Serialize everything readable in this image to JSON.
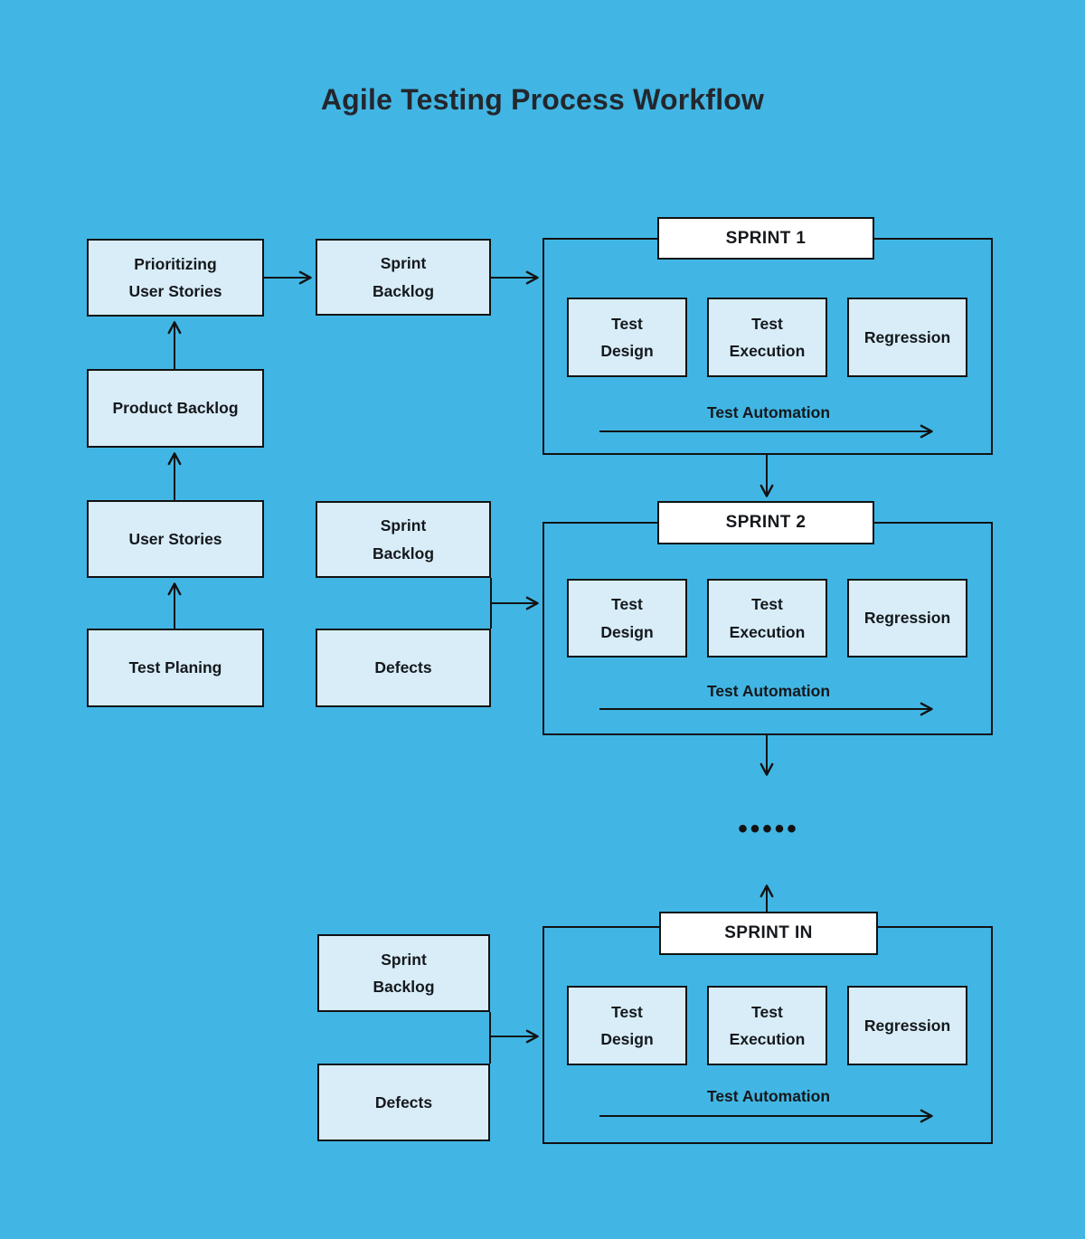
{
  "title": "Agile Testing Process Workflow",
  "colors": {
    "background": "#41B6E4",
    "box_fill": "#D8EDF8",
    "box_border": "#121212",
    "sprint_label_bg": "#FFFFFF",
    "text": "#15181C"
  },
  "flow_boxes": {
    "prioritizing_user_stories": {
      "line1": "Prioritizing",
      "line2": "User Stories"
    },
    "sprint_backlog_top": {
      "line1": "Sprint",
      "line2": "Backlog"
    },
    "product_backlog": {
      "line1": "Product Backlog"
    },
    "user_stories": {
      "line1": "User Stories"
    },
    "sprint_backlog_mid": {
      "line1": "Sprint",
      "line2": "Backlog"
    },
    "test_planing": {
      "line1": "Test Planing"
    },
    "defects_mid": {
      "line1": "Defects"
    },
    "sprint_backlog_bottom": {
      "line1": "Sprint",
      "line2": "Backlog"
    },
    "defects_bottom": {
      "line1": "Defects"
    }
  },
  "sprints": [
    {
      "label": "SPRINT 1",
      "stages": [
        {
          "line1": "Test",
          "line2": "Design"
        },
        {
          "line1": "Test",
          "line2": "Execution"
        },
        {
          "line1": "Regression"
        }
      ],
      "automation_label": "Test Automation"
    },
    {
      "label": "SPRINT 2",
      "stages": [
        {
          "line1": "Test",
          "line2": "Design"
        },
        {
          "line1": "Test",
          "line2": "Execution"
        },
        {
          "line1": "Regression"
        }
      ],
      "automation_label": "Test Automation"
    },
    {
      "label": "SPRINT IN",
      "stages": [
        {
          "line1": "Test",
          "line2": "Design"
        },
        {
          "line1": "Test",
          "line2": "Execution"
        },
        {
          "line1": "Regression"
        }
      ],
      "automation_label": "Test Automation"
    }
  ],
  "continuation_dots": "•••••"
}
